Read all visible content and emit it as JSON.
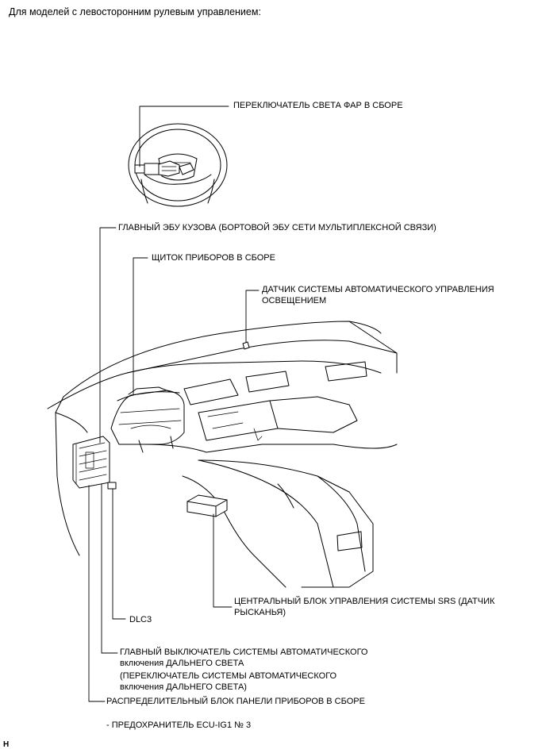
{
  "header": {
    "text": "Для моделей с левосторонним рулевым управлением:"
  },
  "labels": {
    "headlight_switch": "ПЕРЕКЛЮЧАТЕЛЬ СВЕТА ФАР В СБОРЕ",
    "main_body_ecu": "ГЛАВНЫЙ ЭБУ КУЗОВА (БОРТОВОЙ ЭБУ СЕТИ МУЛЬТИПЛЕКСНОЙ СВЯЗИ)",
    "combination_meter": "ЩИТОК ПРИБОРОВ В СБОРЕ",
    "light_sensor_line1": "ДАТЧИК СИСТЕМЫ АВТОМАТИЧЕСКОГО УПРАВЛЕНИЯ",
    "light_sensor_line2": "ОСВЕЩЕНИЕМ",
    "srs_line1": "ЦЕНТРАЛЬНЫЙ БЛОК УПРАВЛЕНИЯ СИСТЕМЫ SRS (ДАТЧИК",
    "srs_line2": "РЫСКАНЬЯ)",
    "dlc3": "DLC3",
    "ahb_line1": "ГЛАВНЫЙ ВЫКЛЮЧАТЕЛЬ СИСТЕМЫ АВТОМАТИЧЕСКОГО",
    "ahb_line2": "включения ДАЛЬНЕГО СВЕТА",
    "ahb_sub_line1": "(ПЕРЕКЛЮЧАТЕЛЬ СИСТЕМЫ АВТОМАТИЧЕСКОГО",
    "ahb_sub_line2": "включения ДАЛЬНЕГО СВЕТА)",
    "junction_block": "РАСПРЕДЕЛИТЕЛЬНЫЙ БЛОК ПАНЕЛИ ПРИБОРОВ В СБОРЕ",
    "fuse": "- ПРЕДОХРАНИТЕЛЬ ECU-IG1 № 3"
  },
  "corner_mark": "H"
}
